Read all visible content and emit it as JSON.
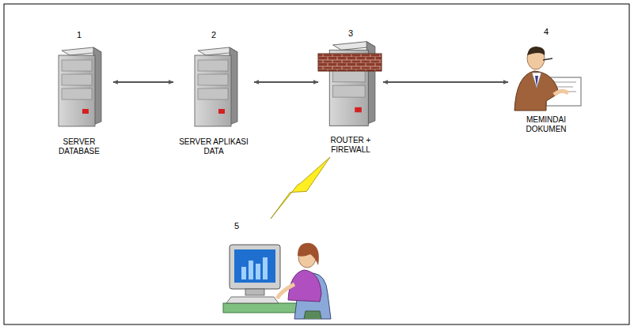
{
  "diagram": {
    "nodes": [
      {
        "text": [
          "1",
          "SERVER DATABASE"
        ]
      },
      {
        "text": [
          "2",
          "SERVER APLIKASI DATA"
        ]
      },
      {
        "text": [
          "3",
          "ROUTER + FIREWALL"
        ]
      },
      {
        "text": [
          "4",
          "MEMINDAI DOKUMEN"
        ]
      },
      {
        "text": [
          "5"
        ]
      }
    ],
    "edges": [
      {
        "from": 0,
        "to": 1,
        "arrow": "both"
      },
      {
        "from": 1,
        "to": 2,
        "arrow": "both"
      },
      {
        "from": 2,
        "to": 3,
        "arrow": "both"
      },
      {
        "from": 2,
        "to": 4,
        "arrow": "none"
      }
    ]
  }
}
